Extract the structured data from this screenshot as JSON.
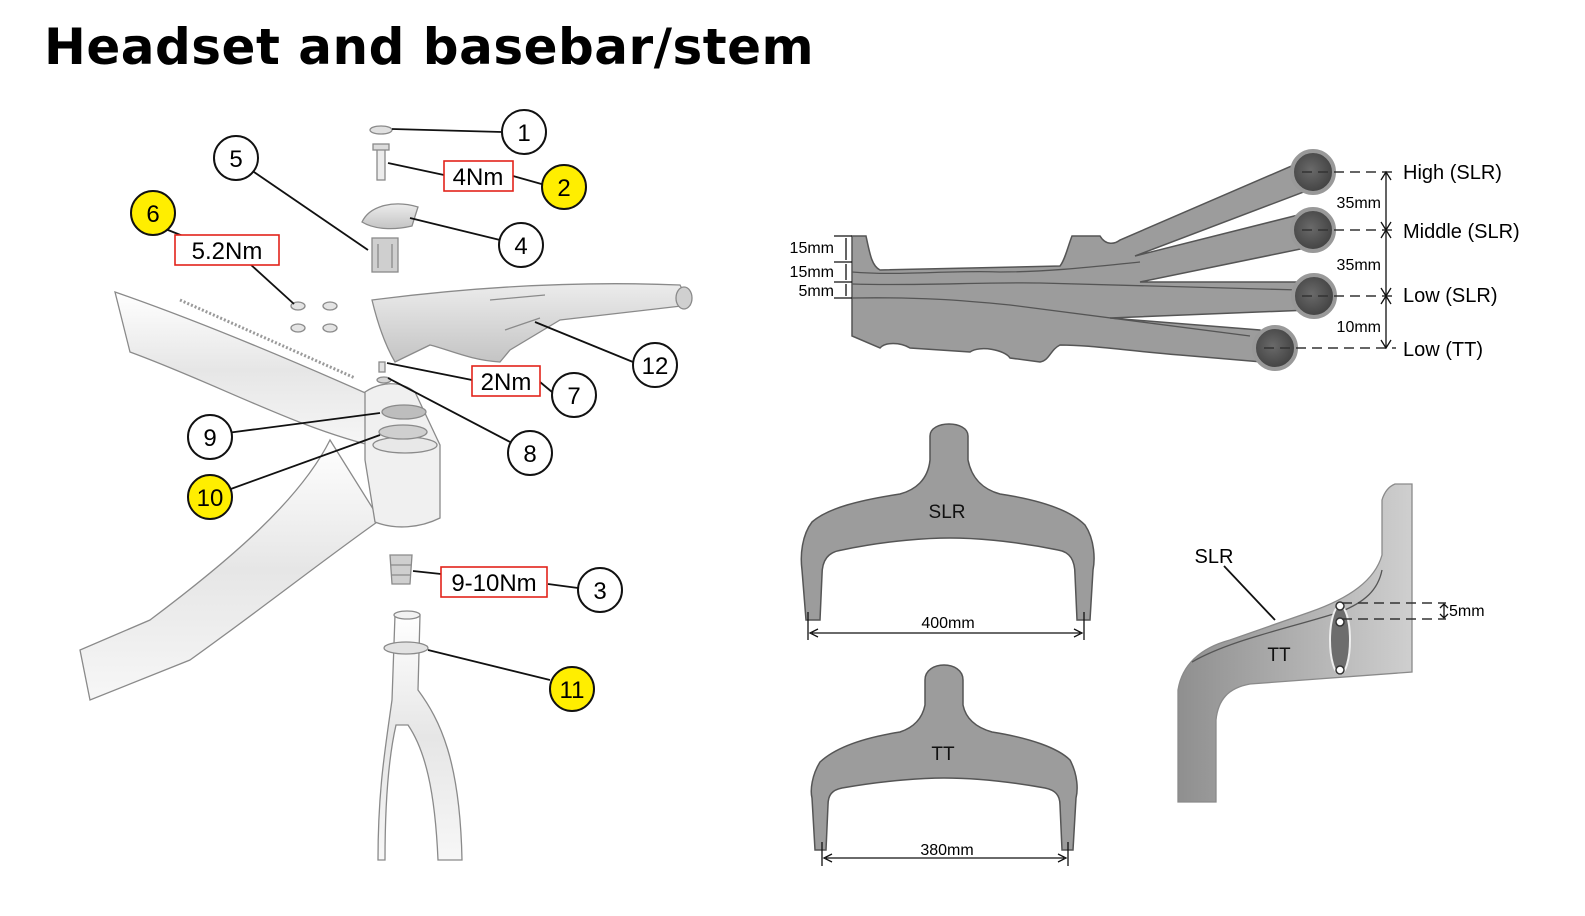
{
  "title": "Headset and basebar/stem",
  "colors": {
    "highlight": "#ffee00",
    "torque_border": "#e2231a",
    "profile_fill": "#9c9c9c"
  },
  "exploded_view": {
    "callouts": [
      {
        "number": "1",
        "highlighted": false
      },
      {
        "number": "2",
        "highlighted": true
      },
      {
        "number": "3",
        "highlighted": false
      },
      {
        "number": "4",
        "highlighted": false
      },
      {
        "number": "5",
        "highlighted": false
      },
      {
        "number": "6",
        "highlighted": true
      },
      {
        "number": "7",
        "highlighted": false
      },
      {
        "number": "8",
        "highlighted": false
      },
      {
        "number": "9",
        "highlighted": false
      },
      {
        "number": "10",
        "highlighted": true
      },
      {
        "number": "11",
        "highlighted": true
      },
      {
        "number": "12",
        "highlighted": false
      }
    ],
    "torques": {
      "part2": "4Nm",
      "part6": "5.2Nm",
      "part7": "2Nm",
      "part3": "9-10Nm"
    }
  },
  "stem_positions": {
    "levels": [
      "High (SLR)",
      "Middle (SLR)",
      "Low (SLR)",
      "Low (TT)"
    ],
    "spacings_right": [
      "35mm",
      "35mm",
      "10mm"
    ],
    "spacings_left": [
      "15mm",
      "15mm",
      "5mm"
    ]
  },
  "basebars": {
    "slr": {
      "label": "SLR",
      "width": "400mm"
    },
    "tt": {
      "label": "TT",
      "width": "380mm"
    }
  },
  "side_detail": {
    "label_slr": "SLR",
    "label_tt": "TT",
    "offset": "5mm"
  }
}
